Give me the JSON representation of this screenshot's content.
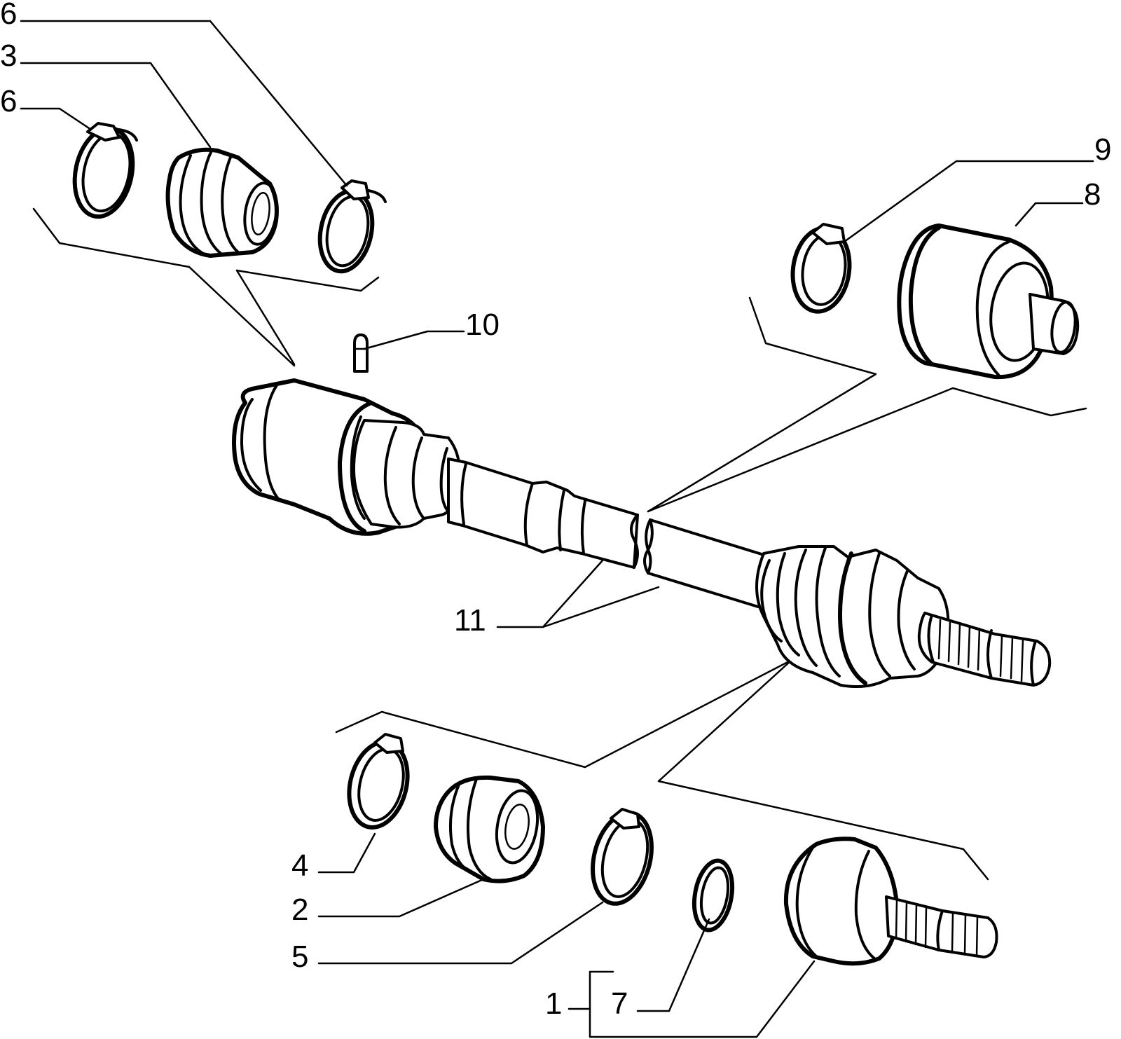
{
  "callouts": {
    "c1": "1",
    "c2": "2",
    "c3": "3",
    "c4": "4",
    "c5": "5",
    "c6a": "6",
    "c6b": "6",
    "c7": "7",
    "c8": "8",
    "c9": "9",
    "c10": "10",
    "c11": "11"
  }
}
